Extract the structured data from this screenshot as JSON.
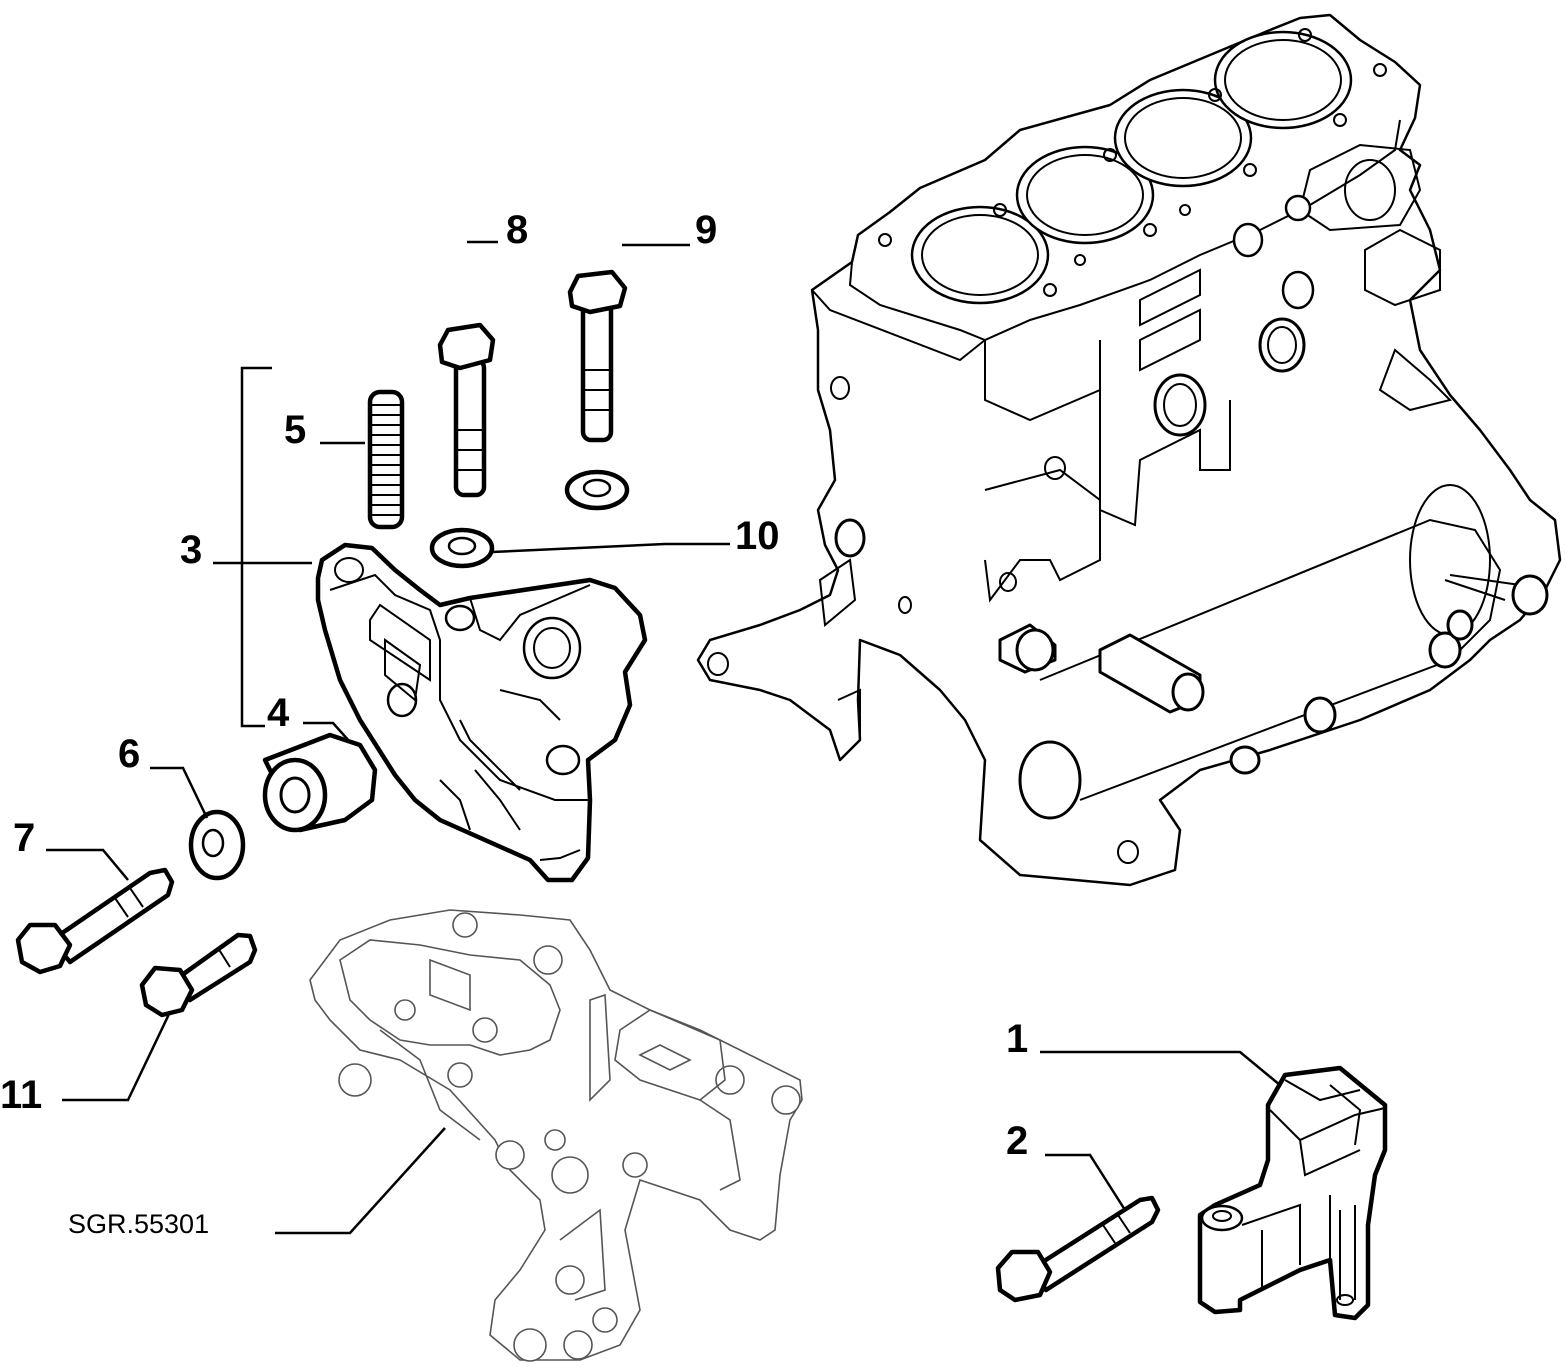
{
  "callouts": {
    "c1": "1",
    "c2": "2",
    "c3": "3",
    "c4": "4",
    "c5": "5",
    "c6": "6",
    "c7": "7",
    "c8": "8",
    "c9": "9",
    "c10": "10",
    "c11": "11"
  },
  "reference": "SGR.55301",
  "colors": {
    "line": "#000000",
    "background": "#ffffff",
    "ghost": "#555555"
  }
}
